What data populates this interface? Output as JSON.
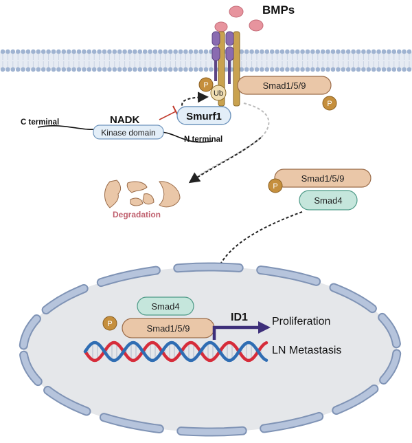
{
  "labels": {
    "bmps": "BMPs",
    "ub": "Ub",
    "phospho": "P",
    "smad159": "Smad1/5/9",
    "smurf1": "Smurf1",
    "nadk": "NADK",
    "kinase_domain": "Kinase domain",
    "c_terminal": "C terminal",
    "n_terminal": "N terminal",
    "degradation": "Degradation",
    "smad4": "Smad4",
    "id1": "ID1",
    "proliferation": "Proliferation",
    "ln_metastasis": "LN Metastasis"
  },
  "colors": {
    "membrane_head": "#9fb3d1",
    "membrane_tail": "#c9d3e3",
    "receptor_purple": "#8a6bb1",
    "receptor_gold": "#c9a24f",
    "bmp_pink": "#e7949e",
    "smad_fill": "#eac7a8",
    "smad_stroke": "#9a6b48",
    "phospho_fill": "#c58f3d",
    "smad4_fill": "#c5e6dc",
    "smad4_stroke": "#4e9a87",
    "smurf1_fill": "#e3eef8",
    "smurf1_stroke": "#6f95bd",
    "kinase_fill": "#e3eef8",
    "inhibit_red": "#c0392b",
    "degradation_text": "#c0616f",
    "nucleus_fill": "#e5e7ea",
    "nuclear_envelope": "#a9b9d4",
    "dna_red": "#d62c3a",
    "dna_blue": "#2f6db3",
    "id1_arrow": "#3d2f7a"
  }
}
